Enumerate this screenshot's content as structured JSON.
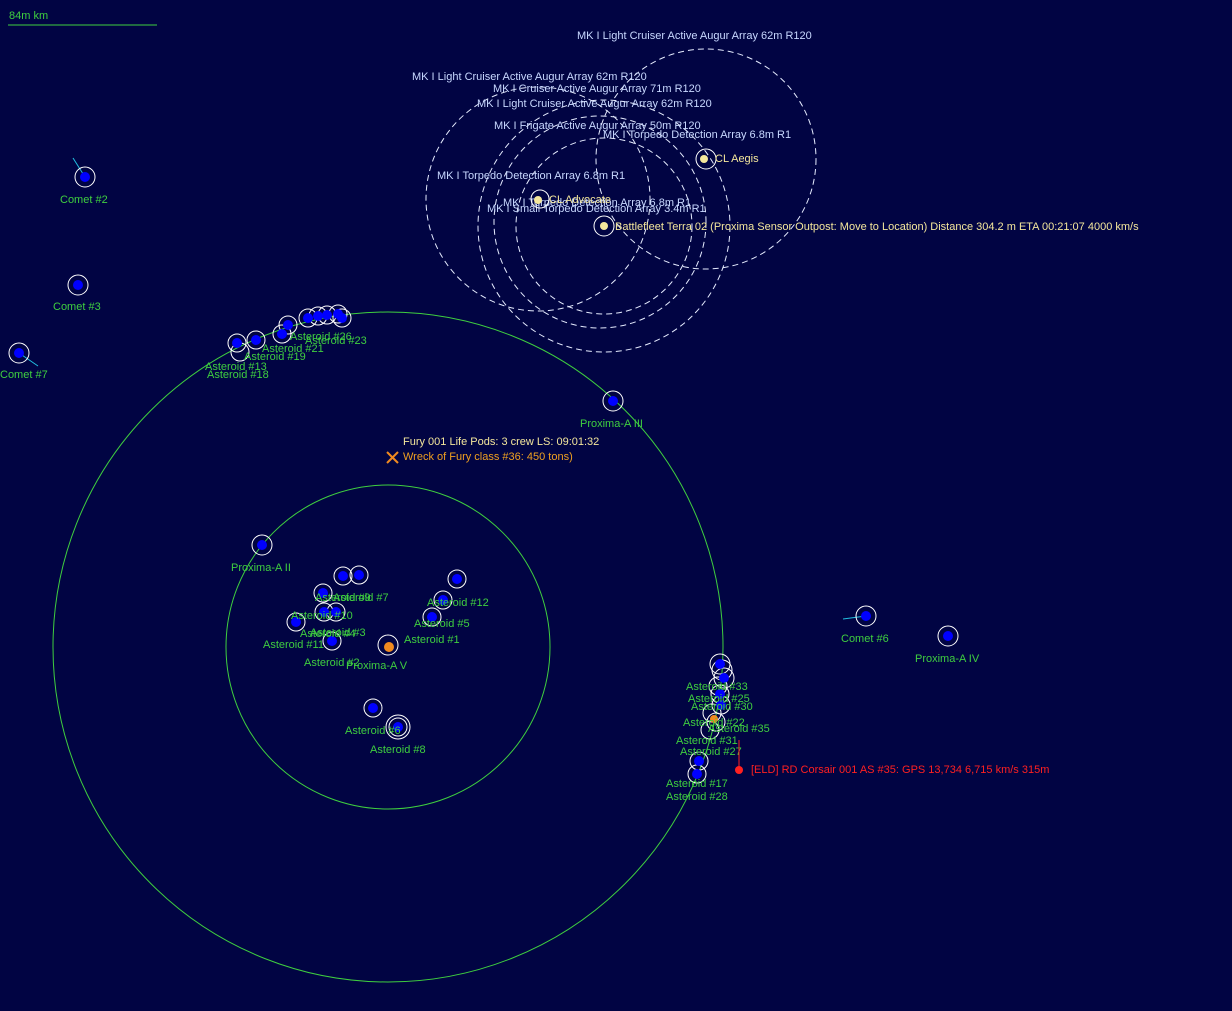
{
  "scale": {
    "label": "84m km"
  },
  "colors": {
    "background": "#010443",
    "orbit": "#3fcf3f",
    "body": "#0000ff",
    "sensor_text": "#c8d8ff",
    "fleet": "#f4e79c",
    "wreck": "#f0a020",
    "hostile": "#ff2020"
  },
  "comets": [
    "Comet #2",
    "Comet #3",
    "Comet #7",
    "Comet #6"
  ],
  "planets": [
    "Proxima-A III",
    "Proxima-A II",
    "Proxima-A IV",
    "Proxima-A V"
  ],
  "asteroid_labels": {
    "inner": [
      "Asteroid #12",
      "Asteroid #5",
      "Asteroid #1",
      "Asteroid #8",
      "Asteroid #11",
      "Asteroid #7",
      "Asteroid #10",
      "Asteroid #4",
      "Asteroid #2",
      "Asteroid #6",
      "Asteroid #9",
      "Asteroid #3"
    ],
    "cluster_nw": [
      "Asteroid #18",
      "Asteroid #13",
      "Asteroid #19",
      "Asteroid #23",
      "Asteroid #26",
      "Asteroid #21"
    ],
    "cluster_se": [
      "Asteroid #17",
      "Asteroid #28",
      "Asteroid #27",
      "Asteroid #35",
      "Asteroid #22",
      "Asteroid #30",
      "Asteroid #33",
      "Asteroid #25",
      "Asteroid #31"
    ]
  },
  "sensors": [
    "MK I Light Cruiser Active Augur Array   62m  R120",
    "MK I Light Cruiser Active Augur Array   62m  R120",
    "MK I Cruiser Active Augur Array  71m  R120",
    "MK I Light Cruiser Active Augur Array   62m  R120",
    "MK I Frigate Active Augur Array  50m  R120",
    "MK I Torpedo Detection Array  6.8m  R1",
    "MK I Torpedo Detection Array  6.8m  R1",
    "MK I Torpedo Detection Array  6.8m  R1",
    "MK I Small Torpedo Detection Array  3.4m  R1"
  ],
  "ships": {
    "aegis": "CL Aegis",
    "advocate": "CL Advocate",
    "fleet": "Battlefleet Terra 02  (Proxima Sensor Outpost: Move to Location)    Distance 304.2 m    ETA 00:21:07    4000 km/s"
  },
  "lifepods": "Fury 001 Life Pods:  3 crew    LS: 09:01:32",
  "wreck": "Wreck of Fury class  #36: 450 tons)",
  "contact": "[ELD]  RD Corsair 001    AS #35: GPS 13,734    6,715 km/s   315m"
}
